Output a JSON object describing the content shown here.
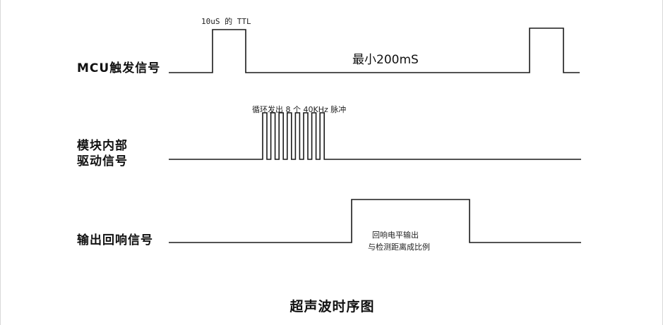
{
  "rows": {
    "mcu": {
      "label": "MCU触发信号",
      "pulse_note": "10uS 的 TTL",
      "interval_note": "最小200mS"
    },
    "drive": {
      "label_line1": "模块内部",
      "label_line2": "驱动信号",
      "pulse_note": "循环发出 8 个 40KHz 脉冲",
      "pulse_count": 8
    },
    "echo": {
      "label": "输出回响信号",
      "note_line1": "回响电平输出",
      "note_line2": "与检测距离成比例"
    }
  },
  "title": "超声波时序图",
  "colors": {
    "line": "#1a1a1a",
    "text": "#111111",
    "background": "#ffffff"
  }
}
